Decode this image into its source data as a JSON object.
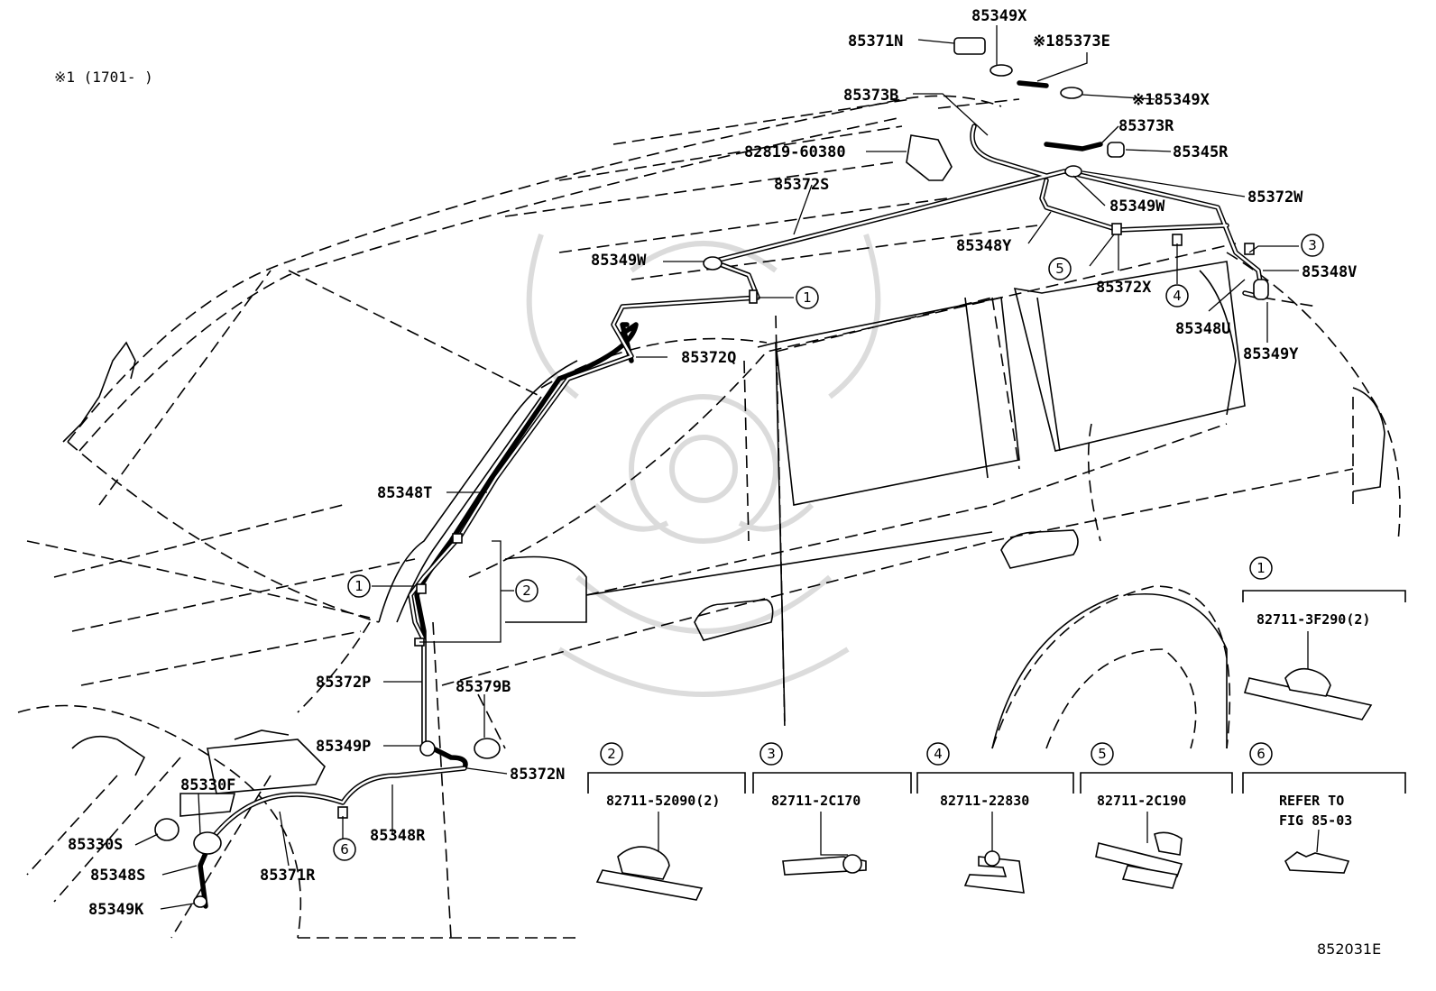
{
  "note": "※1 (1701-      )",
  "figure_code": "852031E",
  "labels": {
    "p85349X_top": "85349X",
    "p85371N": "85371N",
    "p85373E": "※185373E",
    "p85373B": "85373B",
    "p85349X_r": "※185349X",
    "p85373R": "85373R",
    "p82819": "82819-60380",
    "p85345R": "85345R",
    "p85372S": "85372S",
    "p85372W": "85372W",
    "p85349W_r": "85349W",
    "p85348Y": "85348Y",
    "p85349W_l": "85349W",
    "p85372X": "85372X",
    "p85348V": "85348V",
    "p85348U": "85348U",
    "p85349Y": "85349Y",
    "p85372Q": "85372Q",
    "p85348T": "85348T",
    "p85372P": "85372P",
    "p85379B": "85379B",
    "p85349P": "85349P",
    "p85372N": "85372N",
    "p85330F": "85330F",
    "p85330S": "85330S",
    "p85348R": "85348R",
    "p85348S": "85348S",
    "p85371R": "85371R",
    "p85349K": "85349K"
  },
  "callouts": [
    "1",
    "2",
    "3",
    "4",
    "5",
    "6"
  ],
  "details": [
    {
      "num": "1",
      "code": "82711-3F290(2)"
    },
    {
      "num": "2",
      "code": "82711-52090(2)"
    },
    {
      "num": "3",
      "code": "82711-2C170"
    },
    {
      "num": "4",
      "code": "82711-22830"
    },
    {
      "num": "5",
      "code": "82711-2C190"
    },
    {
      "num": "6",
      "code_line1": "REFER TO",
      "code_line2": "FIG 85-03"
    }
  ]
}
